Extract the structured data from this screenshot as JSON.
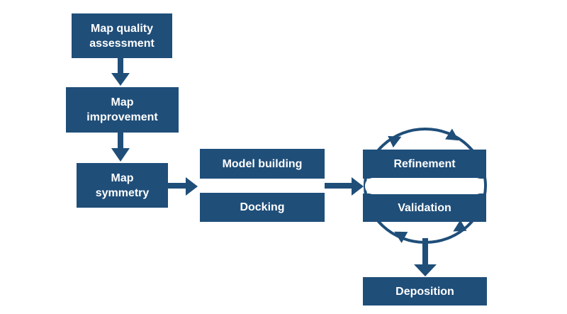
{
  "figure": {
    "type": "flowchart",
    "background_color": "#FFFFFF",
    "accent_color": "#1F4E79",
    "label_color": "#FFFFFF",
    "nodes": {
      "map_quality": {
        "lines": [
          "Map quality",
          "assessment"
        ]
      },
      "map_improvement": {
        "lines": [
          "Map",
          "improvement"
        ]
      },
      "map_symmetry": {
        "lines": [
          "Map",
          "symmetry"
        ]
      },
      "model_building": {
        "lines": [
          "Model building"
        ]
      },
      "docking": {
        "lines": [
          "Docking"
        ]
      },
      "refinement": {
        "lines": [
          "Refinement"
        ]
      },
      "validation": {
        "lines": [
          "Validation"
        ]
      },
      "deposition": {
        "lines": [
          "Deposition"
        ]
      }
    },
    "edges": [
      {
        "from": "map_quality",
        "to": "map_improvement",
        "style": "block-arrow-down"
      },
      {
        "from": "map_improvement",
        "to": "map_symmetry",
        "style": "block-arrow-down"
      },
      {
        "from": "map_symmetry",
        "to": "model_building_and_docking",
        "style": "block-arrow-right"
      },
      {
        "from": "model_building_and_docking",
        "to": "refinement_and_validation",
        "style": "block-arrow-right"
      },
      {
        "from": "refinement_and_validation",
        "to": "deposition",
        "style": "block-arrow-down"
      }
    ],
    "cycle": {
      "between": [
        "refinement",
        "validation"
      ],
      "shape": "ellipse-with-four-arrowheads",
      "direction": "clockwise"
    }
  }
}
